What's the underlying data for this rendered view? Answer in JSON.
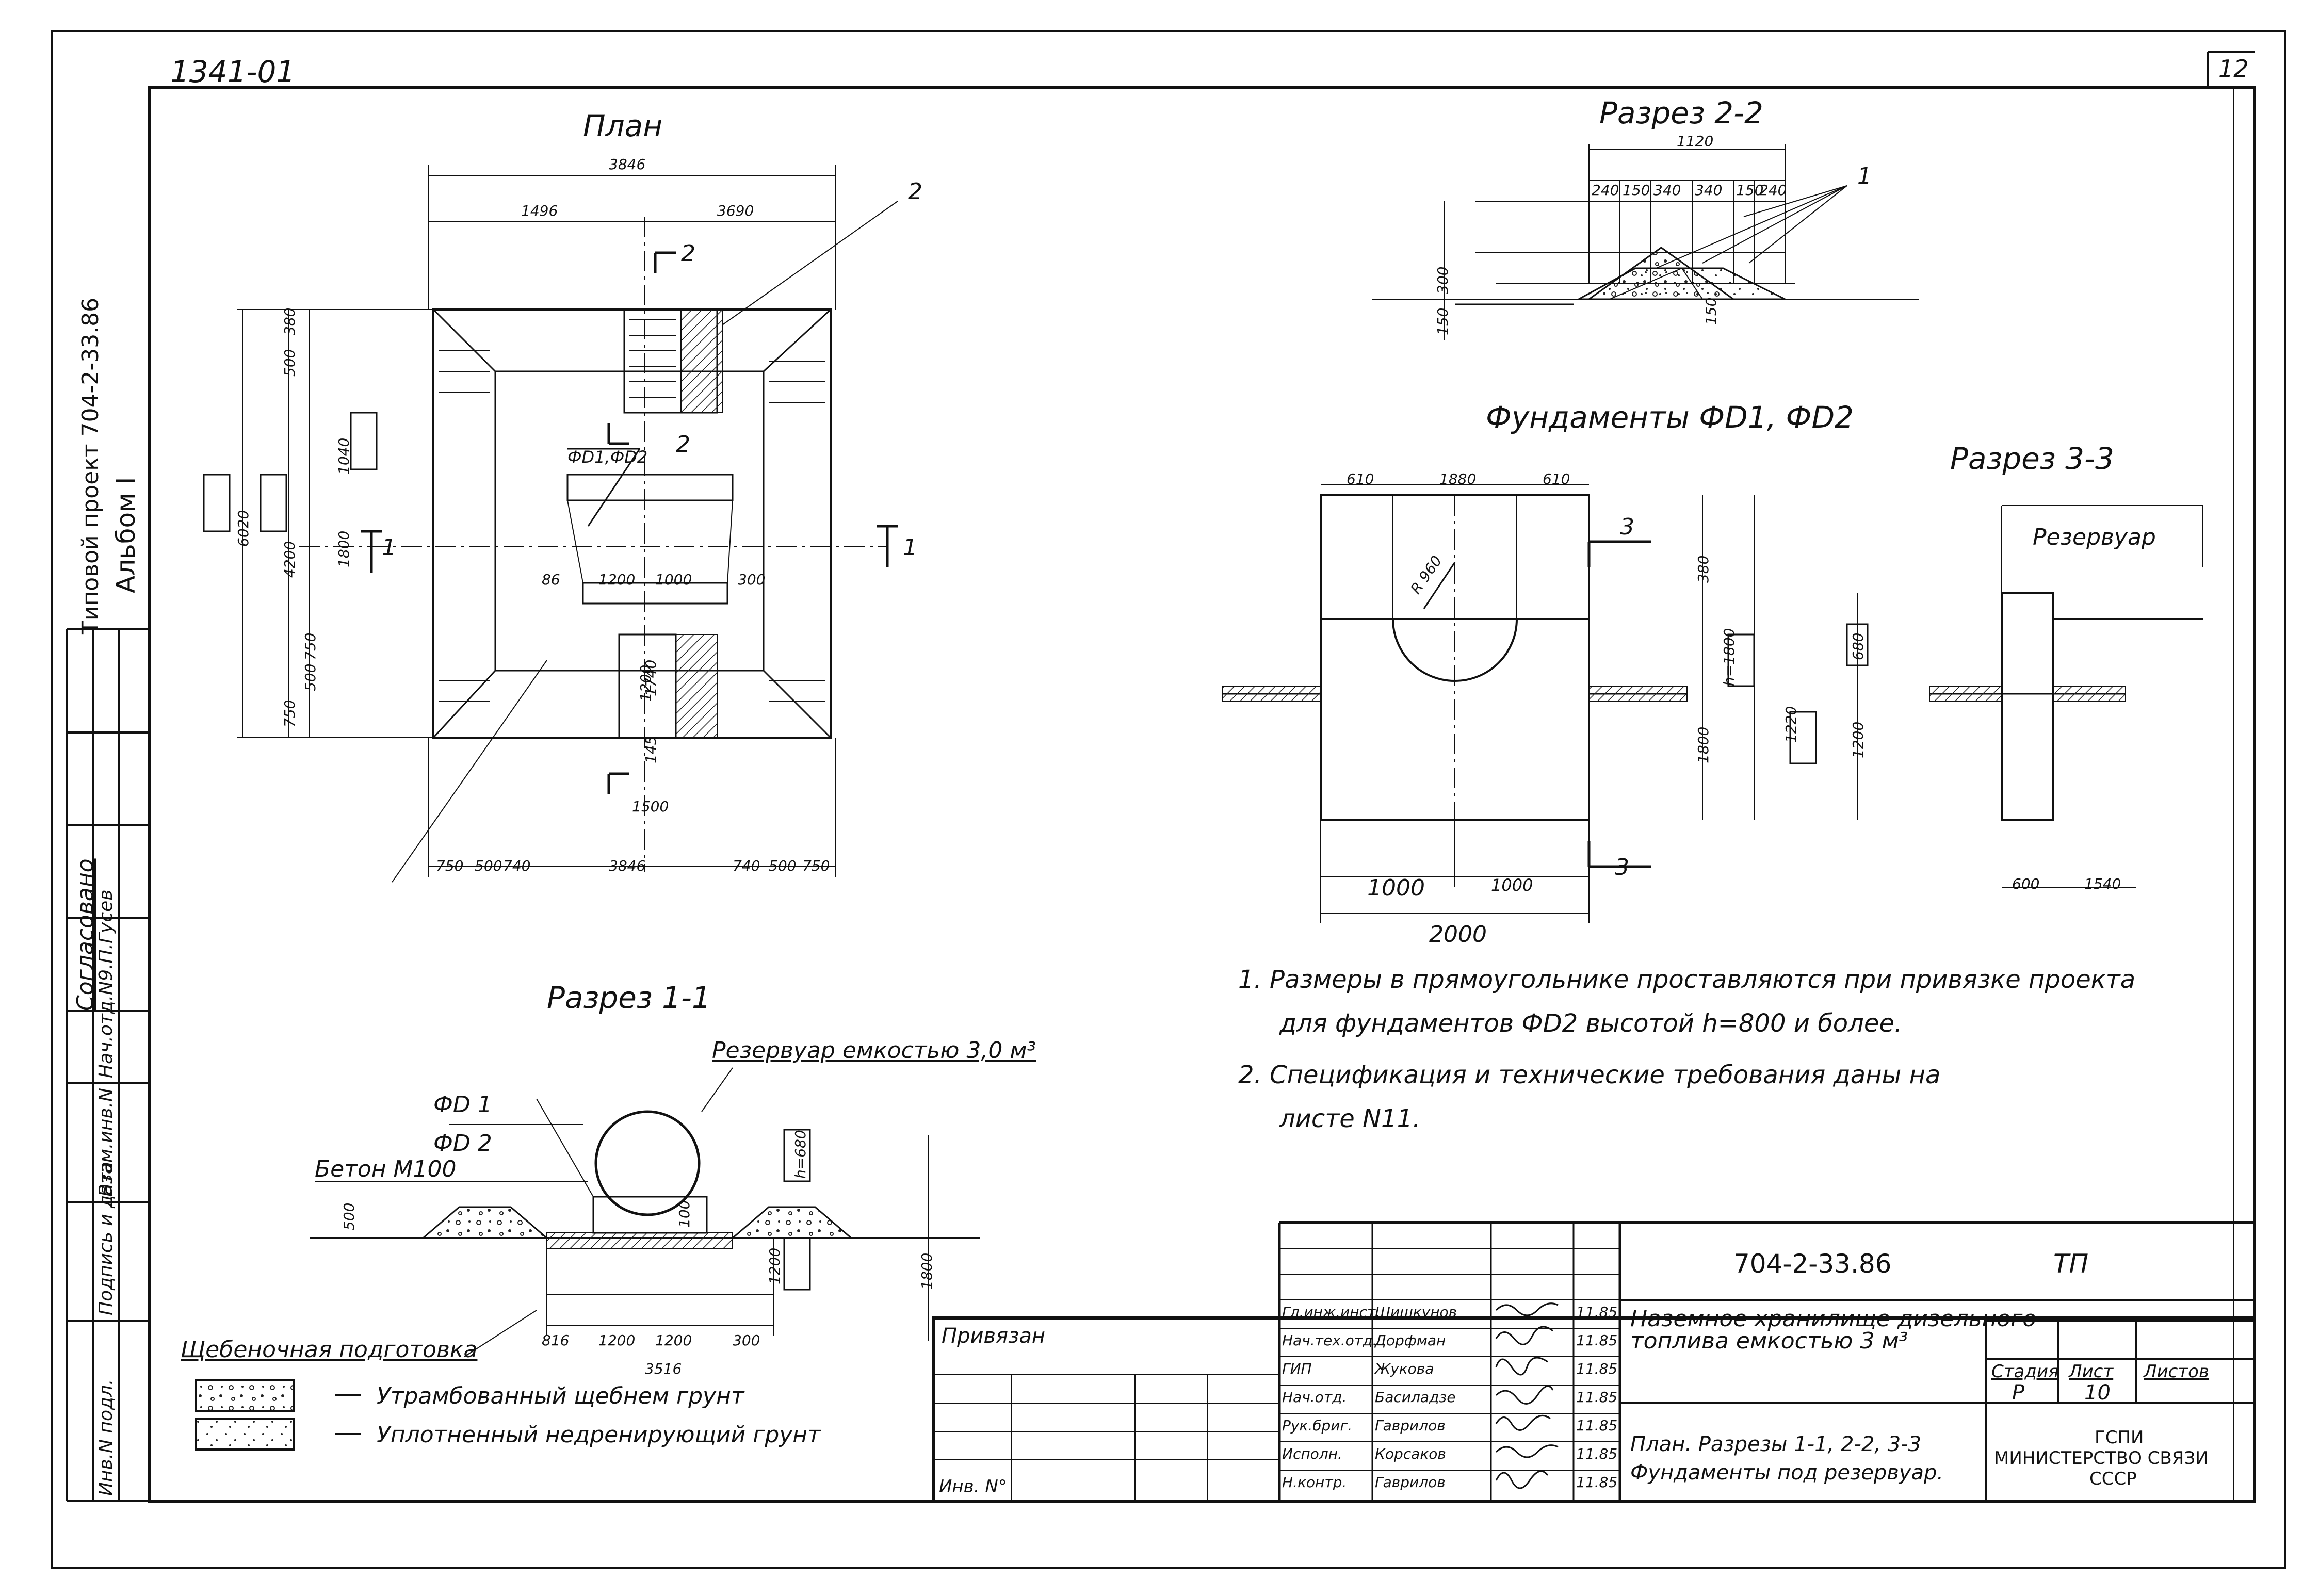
{
  "header": {
    "doc_code": "1341-01",
    "sheet_number": "12"
  },
  "side_stamp": {
    "project_line1": "Типовой проект 704-2-33.86",
    "album": "Альбом I",
    "agreed": "Согласовано",
    "chief_dept": "Нач.отд.N9.П.Гусев",
    "cells": [
      "Взам.инв.N",
      "Подпись и дата",
      "Инв.N подл."
    ]
  },
  "plan": {
    "title": "План",
    "dims_top": [
      "3846",
      "1496",
      "3690"
    ],
    "dims_bottom": [
      "750",
      "500",
      "740",
      "3846",
      "740",
      "500",
      "750"
    ],
    "dims_left": [
      "6020",
      "380",
      "500",
      "1040",
      "4200",
      "750",
      "500",
      "750",
      "1200",
      "1800"
    ],
    "dims_inner": [
      "86",
      "1200",
      "1000",
      "300",
      "1740",
      "145",
      "1500"
    ],
    "callouts": [
      "2",
      "2",
      "2",
      "1",
      "1",
      "ФD1,ФD2"
    ]
  },
  "section22": {
    "title": "Разрез 2-2",
    "dims": [
      "1120",
      "240",
      "150",
      "340",
      "340",
      "150",
      "240",
      "300",
      "150",
      "150"
    ],
    "callout": "1"
  },
  "foundations": {
    "title": "Фундаменты ФD1, ФD2",
    "dims_top": [
      "610",
      "1880",
      "610"
    ],
    "dims_bottom": [
      "1000",
      "1000",
      "2000"
    ],
    "dims_side": [
      "380",
      "h=1800",
      "1800",
      "1220"
    ],
    "radius": "R 960",
    "section_mark": "3"
  },
  "section33": {
    "title": "Разрез 3-3",
    "tank_label": "Резервуар",
    "dims": [
      "600",
      "1540",
      "680",
      "1200"
    ]
  },
  "notes": [
    "1. Размеры в прямоугольнике проставляются при привязке проекта",
    "для фундаментов ФD2 высотой h=800 и более.",
    "2. Спецификация и технические требования даны на",
    "листе N11."
  ],
  "section11": {
    "title": "Разрез 1-1",
    "tank_callout": "Резервуар емкостью 3,0 м³",
    "fd1": "ФD 1",
    "fd2": "ФD 2",
    "concrete": "Бетон М100",
    "gravel": "Щебеночная подготовка",
    "dims": [
      "500",
      "h=680",
      "1800",
      "816",
      "1200",
      "1200",
      "300",
      "3516",
      "100",
      "1200"
    ]
  },
  "legend": [
    {
      "text": "Утрамбованный щебнем грунт"
    },
    {
      "text": "Уплотненный недренирующий грунт"
    }
  ],
  "title_block": {
    "project_code": "704-2-33.86",
    "tp": "ТП",
    "title_line1": "Наземное хранилище дизельного",
    "title_line2": "топлива емкостью 3 м³",
    "stage_hdr": "Стадия",
    "sheet_hdr": "Лист",
    "sheets_hdr": "Листов",
    "stage": "Р",
    "sheet": "10",
    "sheet_title_line1": "План. Разрезы 1-1, 2-2, 3-3",
    "sheet_title_line2": "Фундаменты под резервуар.",
    "org_line1": "ГСПИ",
    "org_line2": "МИНИСТЕРСТВО СВЯЗИ",
    "org_line3": "СССР",
    "privyazan": "Привязан",
    "inv_no": "Инв. N°",
    "people": [
      {
        "role": "Гл.инж.инст.",
        "name": "Шишкунов",
        "date": "11.85"
      },
      {
        "role": "Нач.тех.отд.",
        "name": "Дорфман",
        "date": "11.85"
      },
      {
        "role": "ГИП",
        "name": "Жукова",
        "date": "11.85"
      },
      {
        "role": "Нач.отд.",
        "name": "Басиладзе",
        "date": "11.85"
      },
      {
        "role": "Рук.бриг.",
        "name": "Гаврилов",
        "date": "11.85"
      },
      {
        "role": "Исполн.",
        "name": "Корсаков",
        "date": "11.85"
      },
      {
        "role": "Н.контр.",
        "name": "Гаврилов",
        "date": "11.85"
      }
    ]
  }
}
